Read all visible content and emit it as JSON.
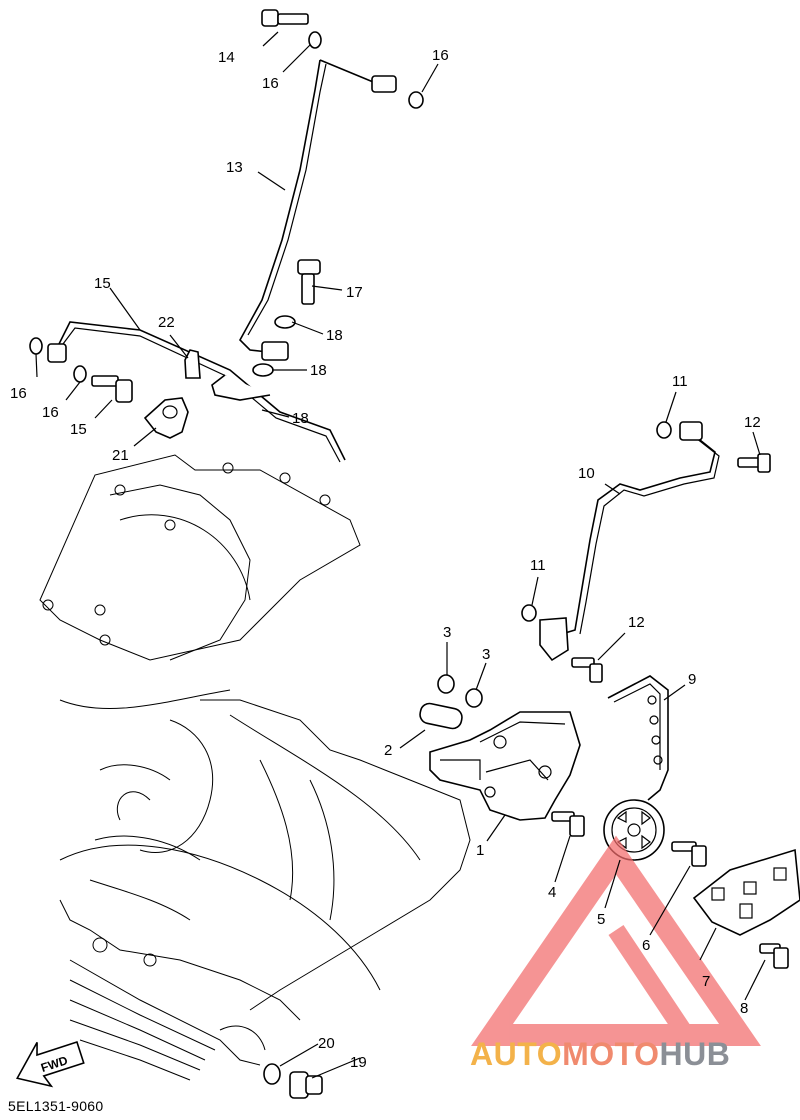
{
  "diagram": {
    "part_code": "5EL1351-9060",
    "fwd_label": "FWD",
    "watermark": {
      "part1": "AUTO",
      "part2": "MOTO",
      "part3": "HUB",
      "colors": {
        "orange": "#f3b24a",
        "salmon": "#f08a6e",
        "grey": "#8b8f96",
        "logo_red": "#f26b6b"
      }
    },
    "callouts": [
      "1",
      "2",
      "3",
      "3",
      "4",
      "5",
      "6",
      "7",
      "8",
      "9",
      "10",
      "11",
      "11",
      "12",
      "12",
      "13",
      "14",
      "15",
      "15",
      "16",
      "16",
      "16",
      "16",
      "17",
      "18",
      "18",
      "18",
      "19",
      "20",
      "21",
      "22"
    ]
  }
}
